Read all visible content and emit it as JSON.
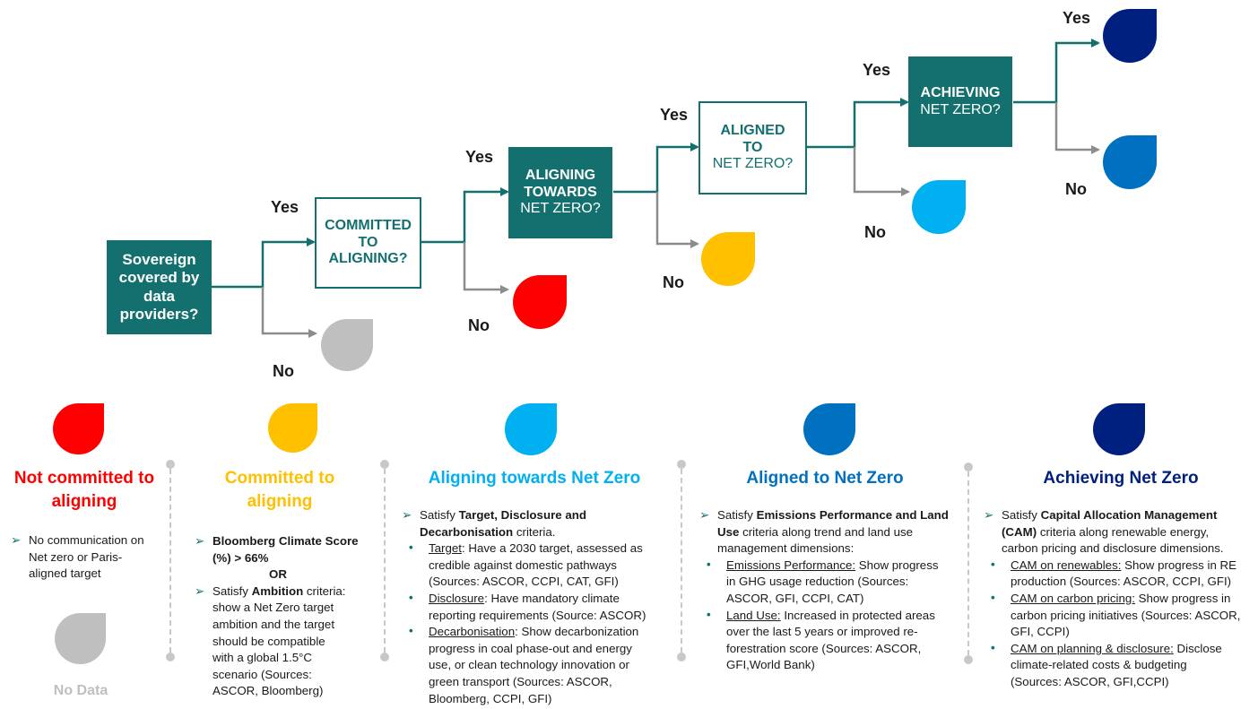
{
  "flow": {
    "start": {
      "line1": "Sovereign",
      "line2": "covered by",
      "line3": "data",
      "line4": "providers?"
    },
    "committed": {
      "line1": "COMMITTED",
      "line2": "TO",
      "line3": "ALIGNING?"
    },
    "aligning": {
      "line1": "ALIGNING",
      "line2": "TOWARDS",
      "line3": "NET ZERO?"
    },
    "aligned": {
      "line1": "ALIGNED",
      "line2": "TO",
      "line3": "NET ZERO?"
    },
    "achieving": {
      "line1": "ACHIEVING",
      "line2": "NET ZERO?"
    },
    "yes": "Yes",
    "no": "No"
  },
  "colors": {
    "teal": "#14706F",
    "no_data": "#BFBFBF",
    "not_committed": "#FF0000",
    "committed": "#FFC000",
    "aligning": "#00B0F0",
    "aligned": "#0070C0",
    "achieving": "#002080"
  },
  "legend": {
    "not_committed": {
      "title1": "Not committed to",
      "title2": "aligning",
      "items": [
        "No communication on",
        "Net zero or Paris-",
        "aligned target"
      ]
    },
    "no_data": {
      "title": "No Data"
    },
    "committed": {
      "title1": "Committed to",
      "title2": "aligning",
      "b1a": "Bloomberg Climate Score",
      "b1b": "(%) > 66%",
      "or": "OR",
      "b2_pre": "Satisfy ",
      "b2_bold": "Ambition",
      "b2_post": " criteria:",
      "b2_lines": [
        "show a Net Zero target",
        "ambition and the target",
        "should be compatible",
        "with a global 1.5°C",
        "scenario (Sources:",
        "ASCOR, Bloomberg)"
      ]
    },
    "aligning": {
      "title": "Aligning towards Net Zero",
      "intro_pre": "Satisfy ",
      "intro_bold1": "Target, Disclosure and",
      "intro_bold2": "Decarbonisation",
      "intro_post": " criteria.",
      "t_label": "Target",
      "t_rest": ": Have a 2030 target, assessed as",
      "t_l2": "credible against domestic pathways",
      "t_l3": "(Sources: ASCOR, CCPI, CAT, GFI)",
      "d_label": "Disclosure",
      "d_rest": ": Have mandatory climate",
      "d_l2": "reporting requirements (Source: ASCOR)",
      "c_label": "Decarbonisation",
      "c_rest": ": Show decarbonization",
      "c_l2": "progress in coal phase-out and energy",
      "c_l3": "use, or clean technology innovation or",
      "c_l4": "green transport (Sources: ASCOR,",
      "c_l5": "Bloomberg, CCPI, GFI)"
    },
    "aligned": {
      "title": "Aligned to Net Zero",
      "intro_pre": "Satisfy ",
      "intro_bold1": "Emissions Performance and Land",
      "intro_bold2": "Use",
      "intro_post": " criteria along trend and land use",
      "intro_l3": "management dimensions:",
      "e_label": "Emissions Performance:",
      "e_rest": " Show progress",
      "e_l2": "in GHG usage reduction (Sources:",
      "e_l3": "ASCOR, GFI, CCPI, CAT)",
      "l_label": "Land Use:",
      "l_rest": " Increased in protected areas",
      "l_l2": "over the last 5 years or improved re-",
      "l_l3": "forestration score (Sources: ASCOR,",
      "l_l4": "GFI,World Bank)"
    },
    "achieving": {
      "title": "Achieving Net Zero",
      "intro_pre": "Satisfy ",
      "intro_bold1": "Capital Allocation Management",
      "intro_bold2": "(CAM)",
      "intro_post": " criteria along renewable energy,",
      "intro_l3": "carbon pricing and disclosure dimensions.",
      "r_label": "CAM on renewables:",
      "r_rest": " Show progress in RE",
      "r_l2": "production (Sources: ASCOR, CCPI, GFI)",
      "p_label": "CAM on carbon pricing:",
      "p_rest": " Show progress in",
      "p_l2": "carbon pricing initiatives (Sources: ASCOR,",
      "p_l3": "GFI, CCPI)",
      "s_label": "CAM on planning & disclosure:",
      "s_rest": " Disclose",
      "s_l2": "climate-related costs & budgeting",
      "s_l3": "(Sources: ASCOR, GFI,CCPI)"
    }
  }
}
